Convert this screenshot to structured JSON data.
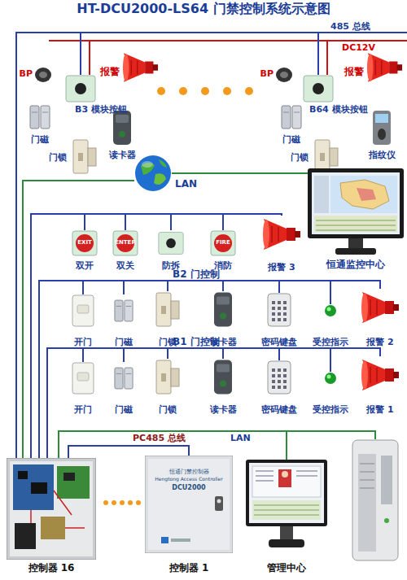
{
  "diagram": {
    "title": "HT-DCU2000-LS64 门禁控制系统示意图",
    "nodes": [
      {
        "text": [
          "BP"
        ]
      },
      {
        "text": [
          "报警"
        ]
      },
      {
        "text": [
          "B3 模块按钮"
        ]
      },
      {
        "text": [
          "门磁"
        ]
      },
      {
        "text": [
          "读卡器"
        ]
      },
      {
        "text": [
          "门锁"
        ]
      },
      {
        "text": [
          "BP"
        ]
      },
      {
        "text": [
          "报警"
        ]
      },
      {
        "text": [
          "B64 模块按钮"
        ]
      },
      {
        "text": [
          "门磁"
        ]
      },
      {
        "text": [
          "门锁"
        ]
      },
      {
        "text": [
          "指纹仪"
        ]
      },
      {
        "text": [
          "LAN"
        ]
      },
      {
        "text": [
          "恒通监控中心"
        ]
      },
      {
        "text": [
          "EXIT",
          "双开"
        ]
      },
      {
        "text": [
          "ENTER",
          "双关"
        ]
      },
      {
        "text": [
          "防拆"
        ]
      },
      {
        "text": [
          "FIRE",
          "消防"
        ]
      },
      {
        "text": [
          "报警 3"
        ]
      },
      {
        "text": [
          "开门"
        ]
      },
      {
        "text": [
          "门磁"
        ]
      },
      {
        "text": [
          "门锁"
        ]
      },
      {
        "text": [
          "读卡器"
        ]
      },
      {
        "text": [
          "密码键盘"
        ]
      },
      {
        "text": [
          "受控指示"
        ]
      },
      {
        "text": [
          "报警 2"
        ]
      },
      {
        "text": [
          "开门"
        ]
      },
      {
        "text": [
          "门磁"
        ]
      },
      {
        "text": [
          "门锁"
        ]
      },
      {
        "text": [
          "读卡器"
        ]
      },
      {
        "text": [
          "密码键盘"
        ]
      },
      {
        "text": [
          "受控指示"
        ]
      },
      {
        "text": [
          "报警 1"
        ]
      },
      {
        "text": [
          "控制器 16"
        ]
      },
      {
        "text": [
          "恒通门禁控制器",
          "Hengtong Access Controller",
          "DCU2000",
          "控制器 1"
        ]
      },
      {
        "text": [
          "管理中心"
        ]
      }
    ],
    "edges": [
      {
        "from": 33,
        "to": 2,
        "arrow": "none"
      },
      {
        "from": 33,
        "to": 8,
        "arrow": "none"
      },
      {
        "from": 12,
        "to": 13,
        "arrow": "none"
      },
      {
        "from": 12,
        "to": 33,
        "arrow": "none"
      },
      {
        "from": 33,
        "to": 14,
        "arrow": "none"
      },
      {
        "from": 33,
        "to": 15,
        "arrow": "none"
      },
      {
        "from": 33,
        "to": 16,
        "arrow": "none"
      },
      {
        "from": 33,
        "to": 17,
        "arrow": "none"
      },
      {
        "from": 33,
        "to": 18,
        "arrow": "none"
      },
      {
        "from": 33,
        "to": 19,
        "arrow": "none"
      },
      {
        "from": 33,
        "to": 20,
        "arrow": "none"
      },
      {
        "from": 33,
        "to": 21,
        "arrow": "none"
      },
      {
        "from": 33,
        "to": 22,
        "arrow": "none"
      },
      {
        "from": 33,
        "to": 23,
        "arrow": "none"
      },
      {
        "from": 33,
        "to": 24,
        "arrow": "none"
      },
      {
        "from": 33,
        "to": 25,
        "arrow": "none"
      },
      {
        "from": 33,
        "to": 26,
        "arrow": "none"
      },
      {
        "from": 33,
        "to": 27,
        "arrow": "none"
      },
      {
        "from": 33,
        "to": 28,
        "arrow": "none"
      },
      {
        "from": 33,
        "to": 29,
        "arrow": "none"
      },
      {
        "from": 33,
        "to": 30,
        "arrow": "none"
      },
      {
        "from": 33,
        "to": 31,
        "arrow": "none"
      },
      {
        "from": 33,
        "to": 32,
        "arrow": "none"
      },
      {
        "from": 33,
        "to": 34,
        "label": "PC485 总线",
        "arrow": "none"
      },
      {
        "from": 33,
        "to": 35,
        "label": "LAN",
        "arrow": "none"
      }
    ],
    "labels": [
      "485 总线",
      "DC12V",
      "B2 门控制",
      "B1 门控制"
    ]
  }
}
